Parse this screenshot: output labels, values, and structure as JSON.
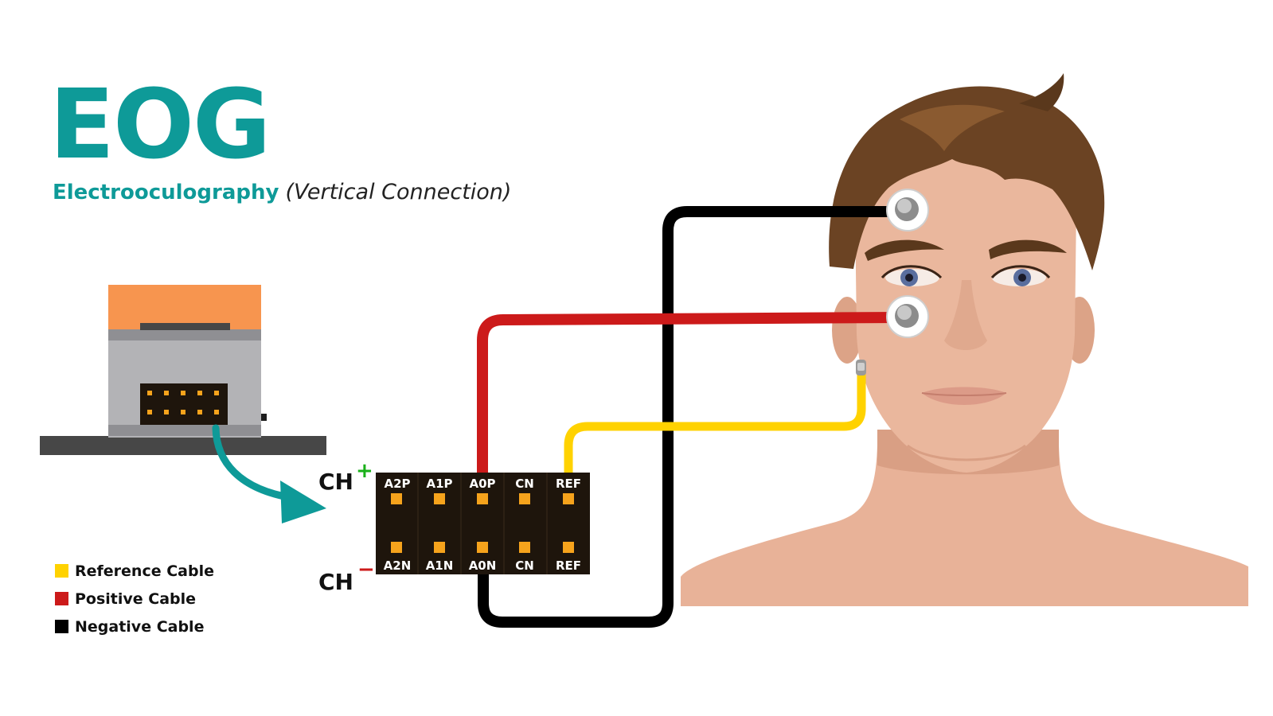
{
  "title": {
    "main": "EOG",
    "subtitle": "Electrooculography",
    "note": "(Vertical Connection)"
  },
  "channels": {
    "positive_label": "CH",
    "positive_sign": "+",
    "negative_label": "CH",
    "negative_sign": "−"
  },
  "connector": {
    "top_pins": [
      "A2P",
      "A1P",
      "A0P",
      "CN",
      "REF"
    ],
    "bottom_pins": [
      "A2N",
      "A1N",
      "A0N",
      "CN",
      "REF"
    ]
  },
  "legend": [
    {
      "label": "Reference Cable",
      "color": "#ffd200"
    },
    {
      "label": "Positive Cable",
      "color": "#cc1a1a"
    },
    {
      "label": "Negative Cable",
      "color": "#000000"
    }
  ],
  "colors": {
    "accent": "#0e9a98",
    "reference_cable": "#ffd200",
    "positive_cable": "#cc1a1a",
    "negative_cable": "#000000",
    "device_orange": "#f7954f",
    "skin": "#e8b298",
    "hair": "#6b4323"
  },
  "icons": {
    "arrow": "curved-arrow-icon",
    "electrode": "electrode-icon"
  }
}
